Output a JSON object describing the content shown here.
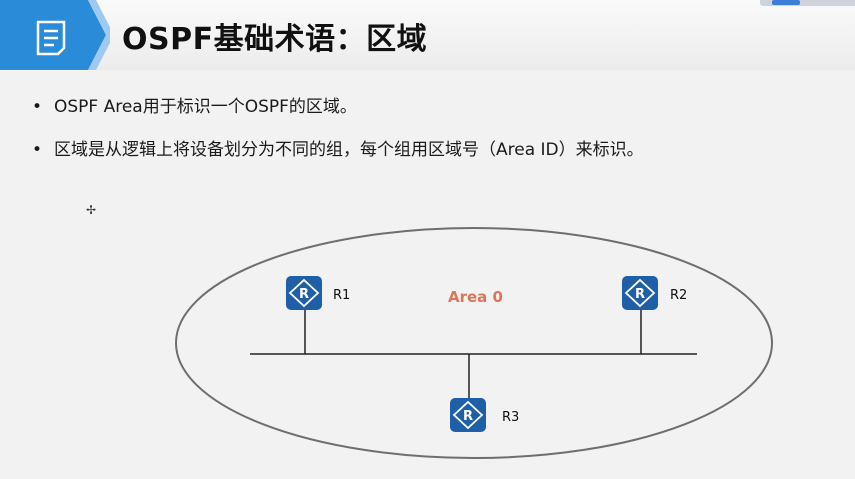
{
  "slide": {
    "title": "OSPF基础术语：区域",
    "bullets": [
      "OSPF Area用于标识一个OSPF的区域。",
      "区域是从逻辑上将设备划分为不同的组，每个组用区域号（Area ID）来标识。"
    ],
    "bullet_symbol": "•"
  },
  "diagram": {
    "area_label": "Area 0",
    "routers": [
      {
        "name": "R1",
        "icon": "router-icon"
      },
      {
        "name": "R2",
        "icon": "router-icon"
      },
      {
        "name": "R3",
        "icon": "router-icon"
      }
    ]
  },
  "colors": {
    "accent_blue": "#2a8bd8",
    "router_blue": "#1f5fa7",
    "area_label": "#d9775b"
  }
}
